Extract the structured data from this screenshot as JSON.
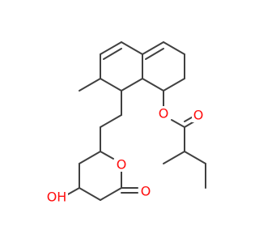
{
  "molecule": {
    "colors": {
      "bond": "#404040",
      "oxygen": "#ff0d0d",
      "background": "#ffffff"
    },
    "atoms": {
      "ester_oxygen": "O",
      "carbonyl_oxygen_ester": "O",
      "lactone_ring_oxygen": "O",
      "lactone_carbonyl_oxygen": "O",
      "hydroxyl": "OH"
    }
  }
}
